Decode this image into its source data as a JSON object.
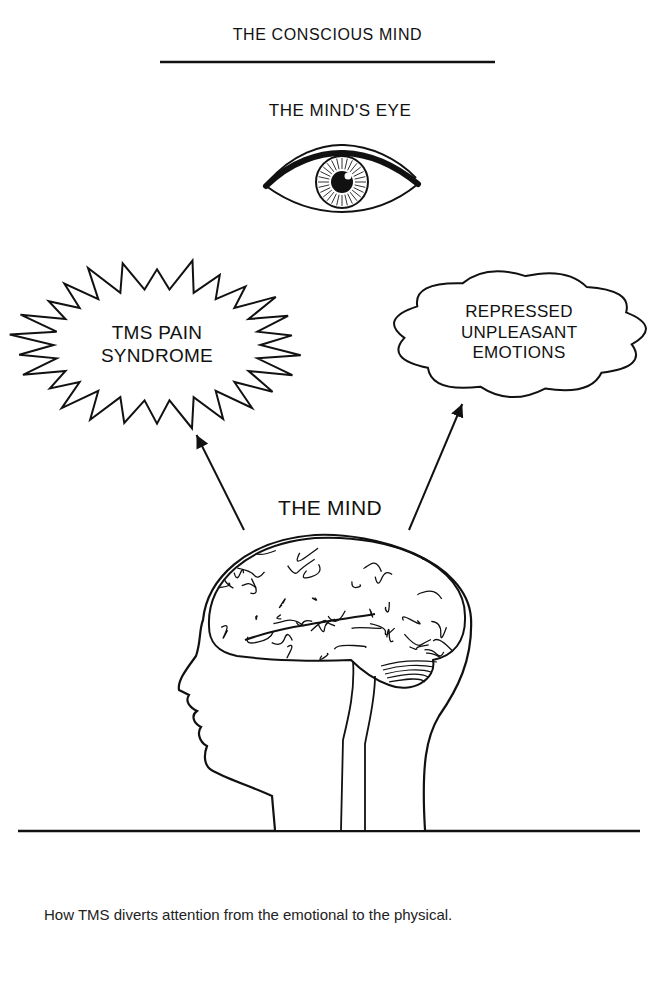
{
  "diagram": {
    "title": "THE CONSCIOUS MIND",
    "caption": "How TMS diverts attention from the emotional to the physical.",
    "nodes": [
      {
        "text": [
          "TMS PAIN SYNDROME"
        ]
      },
      {
        "text": [
          "REPRESSED UNPLEASANT EMOTIONS"
        ]
      },
      {
        "text": [
          "THE MIND"
        ]
      }
    ],
    "edges": [
      {
        "from": 2,
        "to": 0,
        "arrow": "to"
      },
      {
        "from": 2,
        "to": 1,
        "arrow": "to"
      }
    ],
    "labels": [
      "THE MIND'S EYE"
    ]
  }
}
